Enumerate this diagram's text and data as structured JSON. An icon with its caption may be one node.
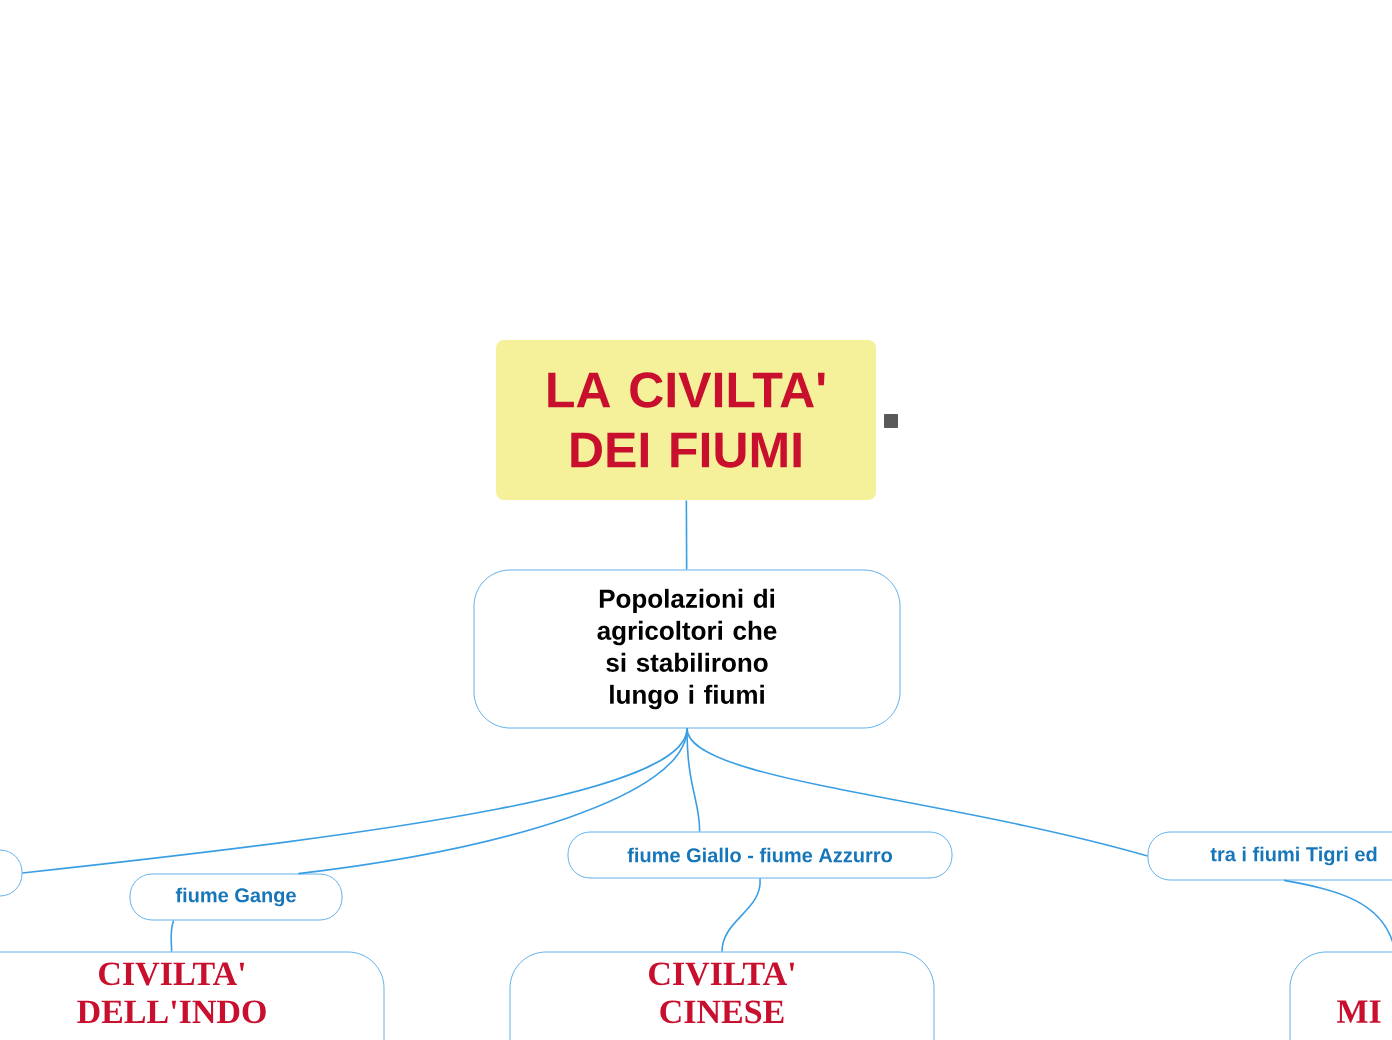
{
  "diagram": {
    "nodes": [
      {
        "text": [
          "LA CIVILTA' DEI FIUMI"
        ]
      },
      {
        "text": [
          "Popolazioni di agricoltori che si stabilirono lungo i fiumi"
        ]
      },
      {
        "text": [],
        "shape": "box"
      },
      {
        "text": [
          "fiume Gange"
        ]
      },
      {
        "text": [
          "fiume Giallo - fiume Azzurro"
        ]
      },
      {
        "text": [
          "tra i fiumi Tigri ed"
        ]
      },
      {
        "text": [
          "CIVILTA' DELL'INDO"
        ]
      },
      {
        "text": [
          "CIVILTA' CINESE"
        ]
      },
      {
        "text": [
          "MI"
        ]
      }
    ],
    "edges": [
      {
        "from": 0,
        "to": 1,
        "arrow": "none"
      },
      {
        "from": 1,
        "to": 2,
        "arrow": "none"
      },
      {
        "from": 1,
        "to": 3,
        "arrow": "none"
      },
      {
        "from": 1,
        "to": 4,
        "arrow": "none"
      },
      {
        "from": 1,
        "to": 5,
        "arrow": "none"
      },
      {
        "from": 3,
        "to": 6,
        "arrow": "none"
      },
      {
        "from": 4,
        "to": 7,
        "arrow": "none"
      },
      {
        "from": 5,
        "to": 8,
        "arrow": "none"
      }
    ]
  }
}
